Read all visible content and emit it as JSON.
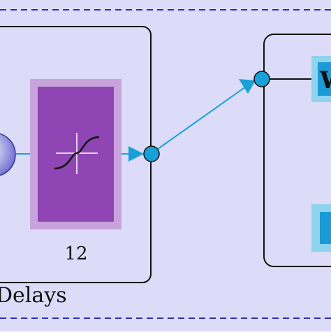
{
  "diagram": {
    "layer_size_label": "12",
    "delays_label": "Delays",
    "weight_block_label": "W"
  },
  "colors": {
    "background": "#dcdcf8",
    "outer_border": "#2a2ab8",
    "box_border": "#111111",
    "transfer_outer": "#c9a3dc",
    "transfer_inner": "#8f45b3",
    "weight_outer": "#8fd3ee",
    "weight_inner": "#1b9bd6",
    "connector": "#1aa0d8",
    "node_fill": "#1aa0d8"
  },
  "icons": {
    "transfer_function": "tansig-curve-icon"
  }
}
